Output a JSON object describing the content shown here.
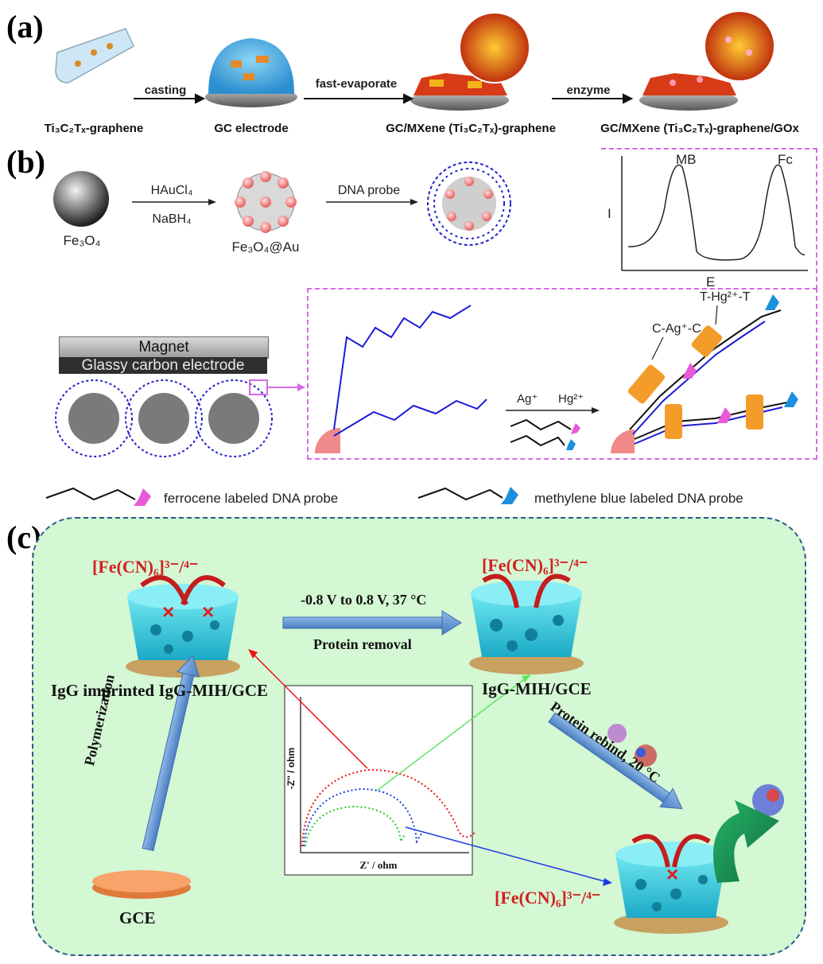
{
  "panel_a": {
    "label": "(a)",
    "captions": [
      "Ti₃C₂Tₓ-graphene",
      "GC electrode",
      "GC/MXene (Ti₃C₂Tₓ)-graphene",
      "GC/MXene (Ti₃C₂Tₓ)-graphene/GOx"
    ],
    "arrows": [
      "casting",
      "fast-evaporate",
      "enzyme"
    ]
  },
  "panel_b": {
    "label": "(b)",
    "fe3o4": "Fe₃O₄",
    "fe3o4au": "Fe₃O₄@Au",
    "reagent_top": "HAuCl₄",
    "reagent_bottom": "NaBH₄",
    "dna_probe": "DNA probe",
    "magnet": "Magnet",
    "glassy_carbon": "Glassy carbon electrode",
    "ag_ion": "Ag⁺",
    "hg_ion": "Hg²⁺",
    "t_hg_t": "T-Hg²⁺-T",
    "c_ag_c": "C-Ag⁺-C",
    "legend_ferrocene": "ferrocene labeled DNA probe",
    "legend_mb": "methylene blue labeled DNA probe",
    "peak_mb": "MB",
    "peak_fc": "Fc",
    "y_axis": "I",
    "x_axis": "E"
  },
  "panel_c": {
    "label": "(c)",
    "formula": "[Fe(CN)₆]³⁻/⁴⁻",
    "cond_top": "-0.8 V to 0.8 V, 37 °C",
    "cond_bottom": "Protein removal",
    "imprinted": "IgG imprinted IgG-MIH/GCE",
    "mih": "IgG-MIH/GCE",
    "polymerization": "Polymerization",
    "rebind": "Protein rebind, 20 °C",
    "gce": "GCE",
    "eis_x": "Z' / ohm",
    "eis_y": "-Z'' / ohm"
  },
  "colors": {
    "accent_red": "#d21f1f",
    "dna_blue": "#1b1bd9",
    "dash_pink": "#d56ae6",
    "panel_green": "#d4f7d4",
    "hydrogel_cyan": "#36d1e0",
    "arrow_blue": "#6e9bd1"
  }
}
